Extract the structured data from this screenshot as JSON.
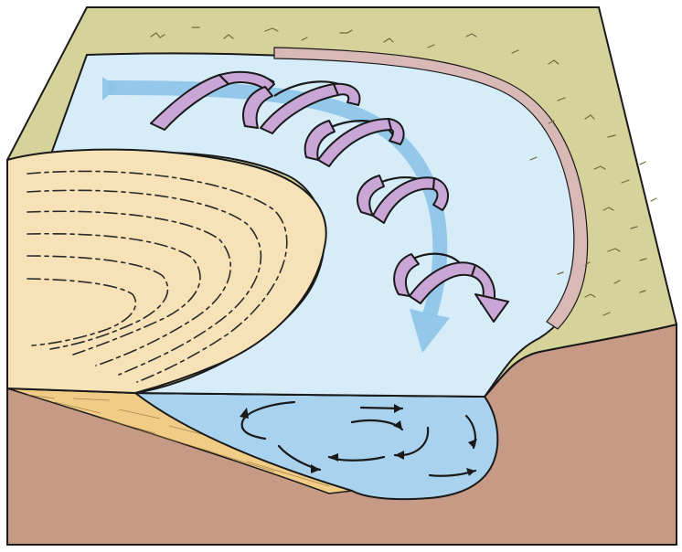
{
  "diagram": {
    "subject": "meander-bend-flow-block",
    "colors": {
      "outline": "#1a1a1a",
      "floodplain": "#d6d39a",
      "floodplain_marks": "#6d6a3e",
      "water_surface": "#d6ecf8",
      "water_section": "#a9d2ee",
      "point_bar": "#f7e2b8",
      "point_bar_section": "#f0cc86",
      "bank_section": "#c79a86",
      "cutbank_edge": "#d8b9b6",
      "main_flow_arrow": "#8cc4e8",
      "helical_ribbon": "#c9a6d6"
    },
    "icons": [
      "main-flow-arrow",
      "helical-flow-spiral",
      "secondary-circulation-arrows",
      "point-bar",
      "cut-bank"
    ]
  }
}
